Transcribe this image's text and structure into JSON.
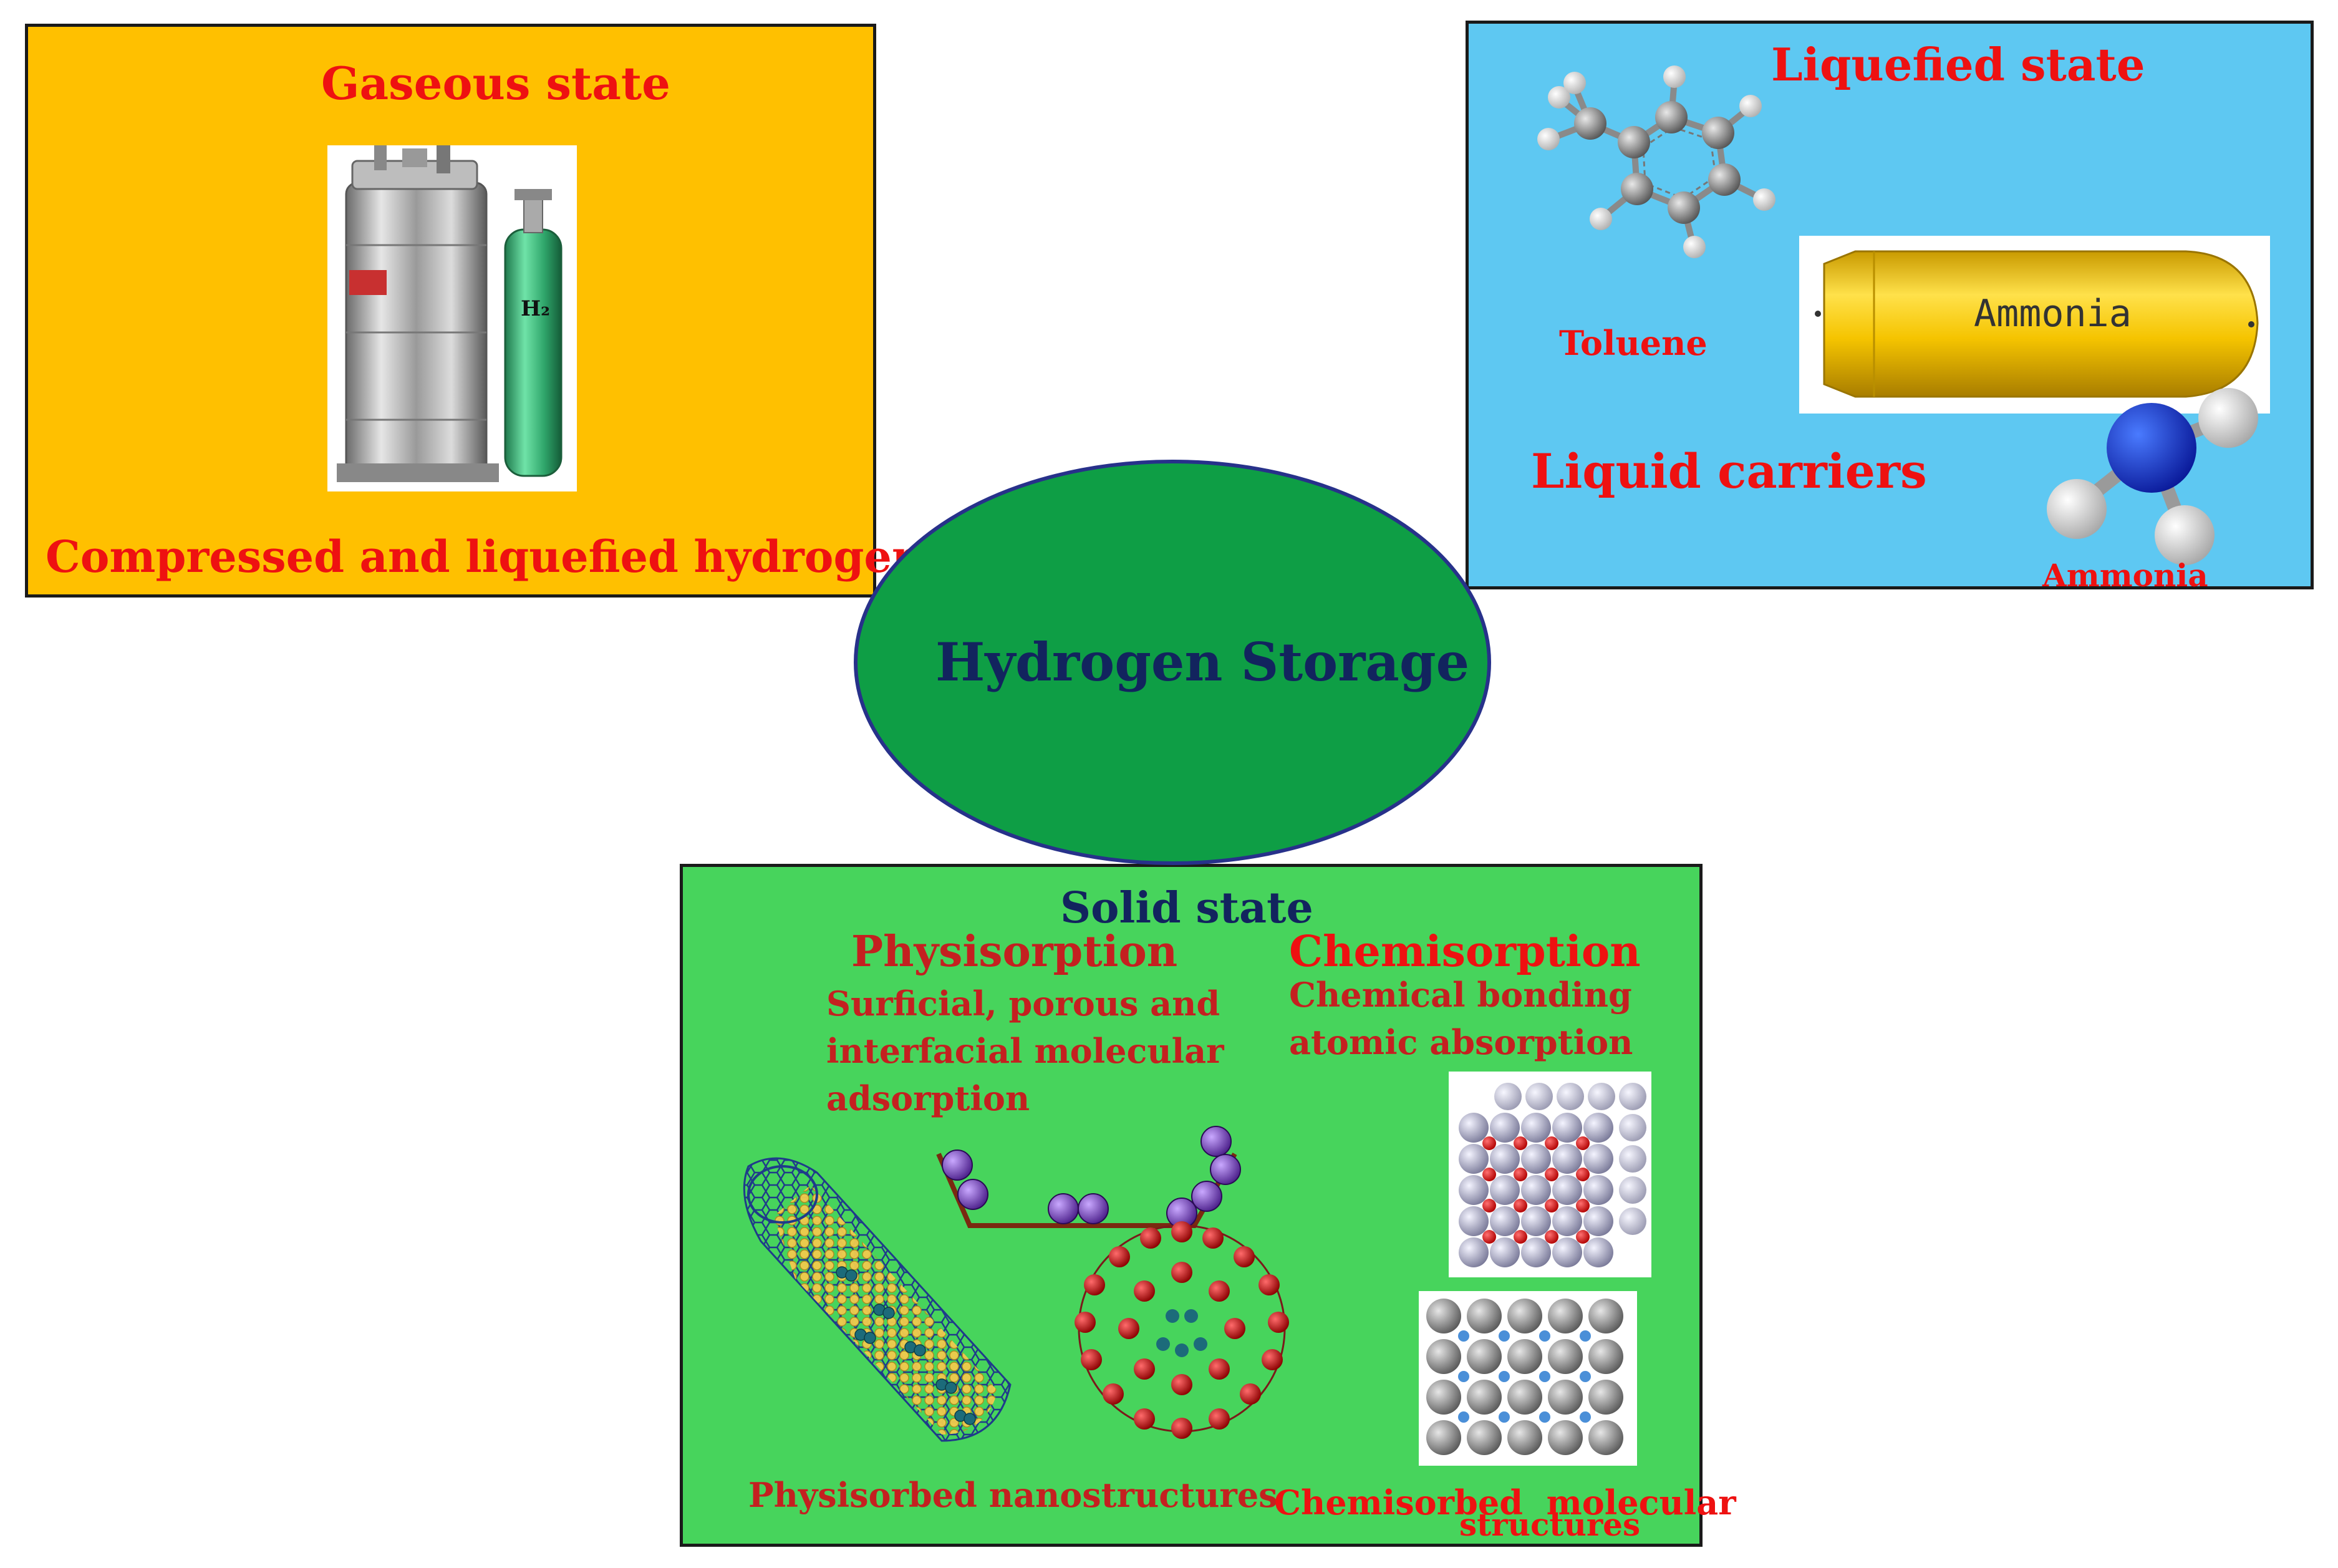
{
  "center": {
    "title": "Hydrogen Storage"
  },
  "gaseous": {
    "heading": "Gaseous state",
    "cylinder_label": "H₂",
    "caption": "Compressed and liquefied hydrogen"
  },
  "liquefied": {
    "heading": "Liquefied state",
    "toluene_label": "Toluene",
    "tank_label": "Ammonia",
    "carriers_label": "Liquid carriers",
    "ammonia_label": "Ammonia"
  },
  "solid": {
    "heading": "Solid state",
    "physisorption": {
      "heading": "Physisorption",
      "lines": [
        "Surficial, porous and",
        "interfacial molecular",
        "adsorption"
      ],
      "caption": "Physisorbed nanostructures"
    },
    "chemisorption": {
      "heading": "Chemisorption",
      "lines": [
        "Chemical bonding",
        "atomic absorption"
      ],
      "caption_line1": "Chemisorbed  molecular",
      "caption_line2": "structures"
    }
  },
  "colors": {
    "gaseous_bg": "#ffc000",
    "liquefied_bg": "#5ec8f2",
    "solid_bg": "#47d45c",
    "ellipse_fill": "#0e9e45",
    "ellipse_stroke": "#27318a",
    "heading_red": "#ee1111",
    "text_dark_red": "#c42020",
    "title_navy": "#12245e"
  }
}
